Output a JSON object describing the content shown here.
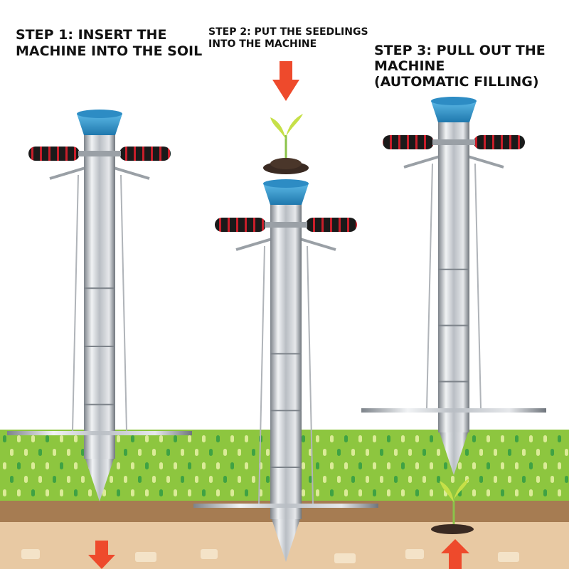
{
  "steps": [
    {
      "title": "STEP 1: INSERT THE\nMACHINE INTO THE SOIL"
    },
    {
      "title": "STEP 2: PUT THE SEEDLINGS\nINTO THE MACHINE"
    },
    {
      "title": "STEP 3: PULL OUT THE\nMACHINE\n(AUTOMATIC FILLING)"
    }
  ],
  "colors": {
    "grass": "#8dc63f",
    "grass_dash": "#dbeb98",
    "grass_dash_alt": "#3fa244",
    "soil_band": "#a67c52",
    "ground": "#e8c9a3",
    "ground_block": "#f4e3c8",
    "arrow": "#ee4a2c",
    "cup": "#3a9bd0",
    "handle": "#1a1a1a",
    "handle_ring": "#c81e2a",
    "steel": "#c9cdd2",
    "sprout": "#b7d94a",
    "dirt": "#3a2a22"
  }
}
